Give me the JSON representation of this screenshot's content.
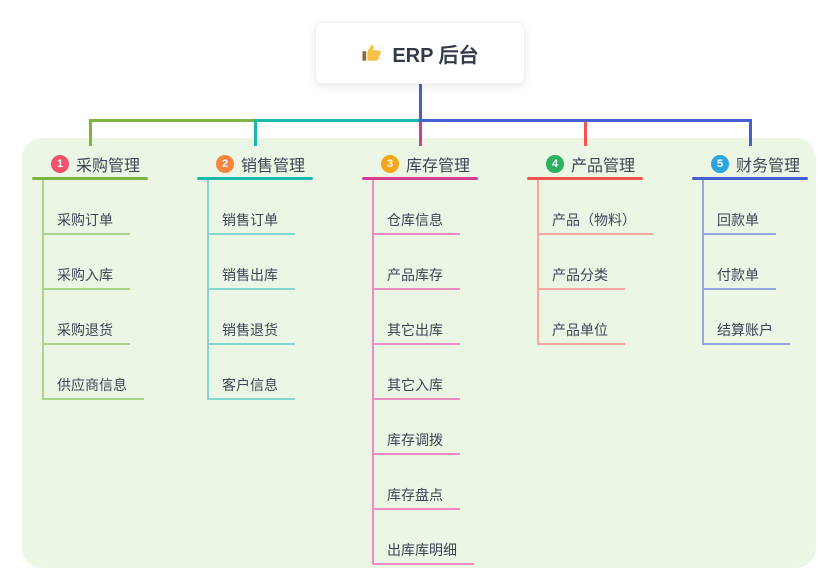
{
  "root": {
    "title": "ERP 后台",
    "icon": "thumbs-up-icon",
    "stem_color": "#4560d2"
  },
  "panel": {
    "background": "#ebf6e4"
  },
  "branches": [
    {
      "number": "1",
      "label": "采购管理",
      "badge_color": "#f4516c",
      "line_color": "#7cb63e",
      "child_line_color": "#aad48d",
      "children": [
        "采购订单",
        "采购入库",
        "采购退货",
        "供应商信息"
      ]
    },
    {
      "number": "2",
      "label": "销售管理",
      "badge_color": "#f8833f",
      "line_color": "#16b9ac",
      "child_line_color": "#84d7cf",
      "children": [
        "销售订单",
        "销售出库",
        "销售退货",
        "客户信息"
      ]
    },
    {
      "number": "3",
      "label": "库存管理",
      "badge_color": "#f7a61c",
      "line_color": "#d33d92",
      "child_line_color": "#ef8cc6",
      "children": [
        "仓库信息",
        "产品库存",
        "其它出库",
        "其它入库",
        "库存调拨",
        "库存盘点",
        "出库库明细"
      ]
    },
    {
      "number": "4",
      "label": "产品管理",
      "badge_color": "#2ab261",
      "line_color": "#f4544e",
      "child_line_color": "#f9a5a0",
      "children": [
        "产品（物料）",
        "产品分类",
        "产品单位"
      ]
    },
    {
      "number": "5",
      "label": "财务管理",
      "badge_color": "#2ba5df",
      "line_color": "#4560d2",
      "child_line_color": "#94a5df",
      "children": [
        "回款单",
        "付款单",
        "结算账户"
      ]
    }
  ]
}
